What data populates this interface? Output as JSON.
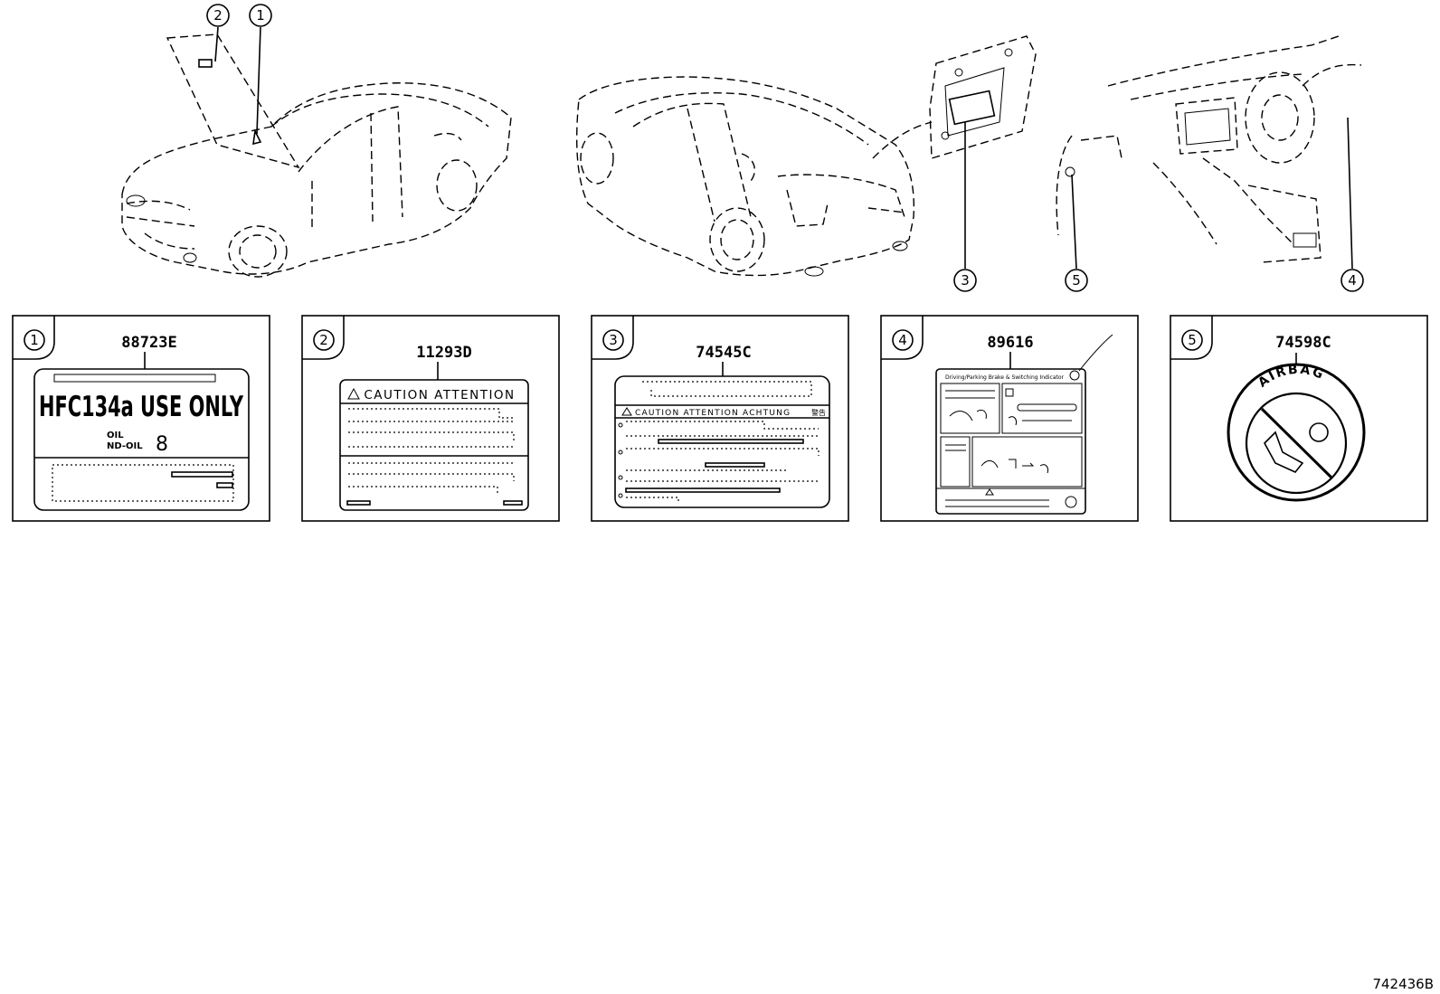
{
  "callouts": [
    "1",
    "2",
    "3",
    "4",
    "5"
  ],
  "panels": [
    {
      "num": "1",
      "part": "88723E",
      "line1": "HFC134a USE ONLY",
      "line2": "OIL",
      "line3": "ND-OIL",
      "line4": "8"
    },
    {
      "num": "2",
      "part": "11293D",
      "line1": "CAUTION ATTENTION"
    },
    {
      "num": "3",
      "part": "74545C",
      "line1": "CAUTION  ATTENTION  ACHTUNG",
      "line2": "警告"
    },
    {
      "num": "4",
      "part": "89616",
      "line1": "Driving/Parking Brake & Switching Indicator"
    },
    {
      "num": "5",
      "part": "74598C",
      "line1": "AIRBAG"
    }
  ],
  "figure_id": "742436B"
}
